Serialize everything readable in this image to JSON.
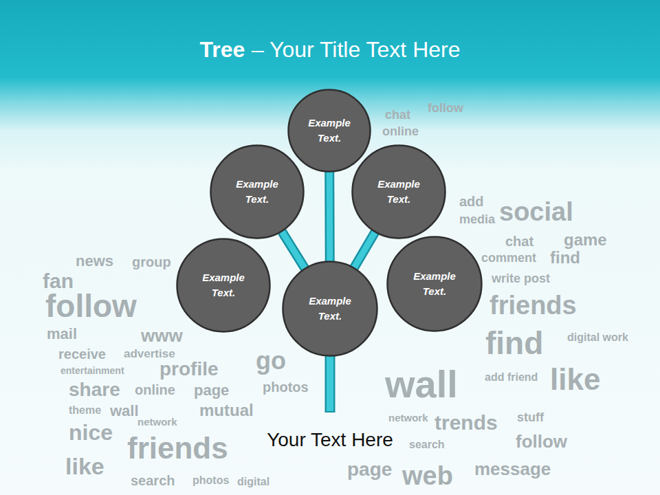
{
  "diagram": {
    "title": "Tree",
    "caption": "Your Text Here",
    "nodes": [
      {
        "text": [
          "Example Text."
        ]
      },
      {
        "text": [
          "Example Text."
        ]
      },
      {
        "text": [
          "Example Text."
        ]
      },
      {
        "text": [
          "Example Text."
        ]
      },
      {
        "text": [
          "Example Text."
        ]
      },
      {
        "text": [
          "Example Text."
        ]
      }
    ],
    "edges": [
      {
        "from": 4,
        "to": 0,
        "arrow": "none"
      },
      {
        "from": 4,
        "to": 1,
        "arrow": "none"
      },
      {
        "from": 4,
        "to": 2,
        "arrow": "none"
      }
    ],
    "labels": [
      "– Your Title Text Here",
      "news",
      "group",
      "fan",
      "follow",
      "mail",
      "www",
      "receive",
      "advertise",
      "entertainment",
      "profile",
      "share",
      "online",
      "page",
      "theme",
      "wall",
      "mutual",
      "nice",
      "network",
      "friends",
      "like",
      "search",
      "photos",
      "digital",
      "go",
      "photos",
      "add",
      "social",
      "media",
      "chat",
      "game",
      "comment",
      "find",
      "write post",
      "friends",
      "find",
      "digital work",
      "wall",
      "like",
      "add friend",
      "network",
      "trends",
      "stuff",
      "follow",
      "search",
      "page",
      "web",
      "message",
      "follow",
      "online",
      "chat"
    ]
  }
}
